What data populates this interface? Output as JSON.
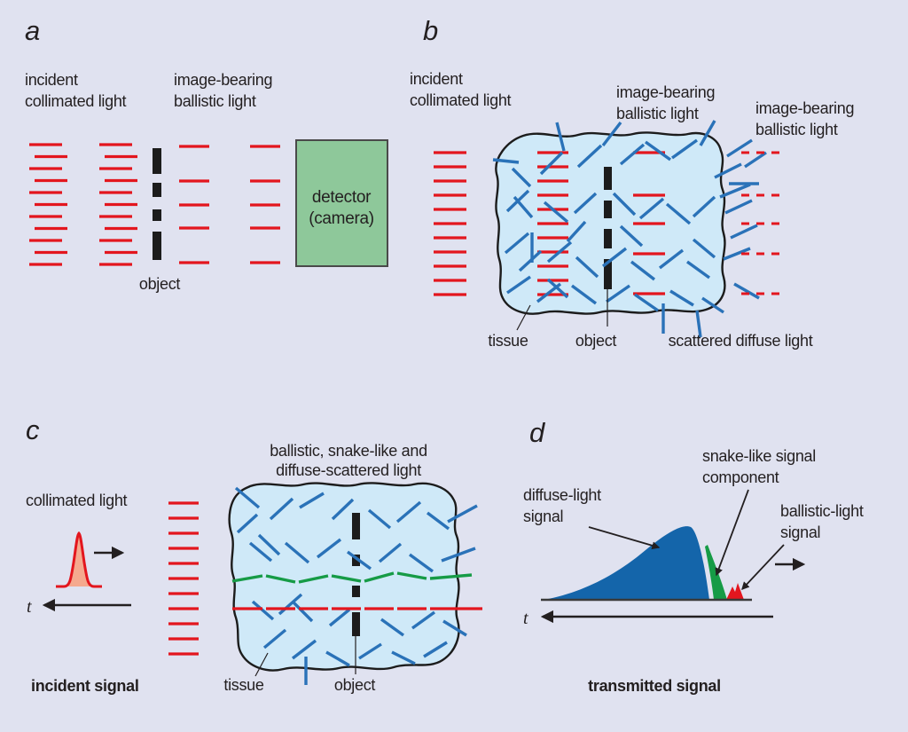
{
  "figure": {
    "description_visible_text_only": true
  },
  "colors": {
    "background": "#e0e2f0",
    "ballistic_red": "#e3161e",
    "scattered_blue": "#2a72b8",
    "snake_green": "#169b46",
    "diffuse_hump_blue": "#1465aa",
    "detector_green": "#8ec89a",
    "tissue_fill": "#cfe9f8",
    "pulse_fill": "#f5a98e",
    "text": "#231f20"
  },
  "panels": {
    "a": {
      "panel_tag": "a",
      "incident_light_label": [
        "incident",
        "collimated light"
      ],
      "ballistic_light_label": [
        "image-bearing",
        "ballistic light"
      ],
      "detector_label": [
        "detector",
        "(camera)"
      ],
      "object_label": "object"
    },
    "b": {
      "panel_tag": "b",
      "incident_light_label": [
        "incident",
        "collimated light"
      ],
      "ballistic_inside_label": [
        "image-bearing",
        "ballistic light"
      ],
      "ballistic_out_label": [
        "image-bearing",
        "ballistic light"
      ],
      "tissue_label": "tissue",
      "object_label": "object",
      "scattered_label": "scattered diffuse light"
    },
    "c": {
      "panel_tag": "c",
      "title": [
        "ballistic, snake-like and",
        "diffuse-scattered light"
      ],
      "collimated_label": "collimated light",
      "time_axis_label": "t",
      "tissue_label": "tissue",
      "object_label": "object",
      "caption": "incident signal"
    },
    "d": {
      "panel_tag": "d",
      "snake_label": [
        "snake-like signal",
        "component"
      ],
      "diffuse_label": [
        "diffuse-light",
        "signal"
      ],
      "ballistic_label": [
        "ballistic-light",
        "signal"
      ],
      "time_axis_label": "t",
      "caption": "transmitted signal"
    }
  }
}
